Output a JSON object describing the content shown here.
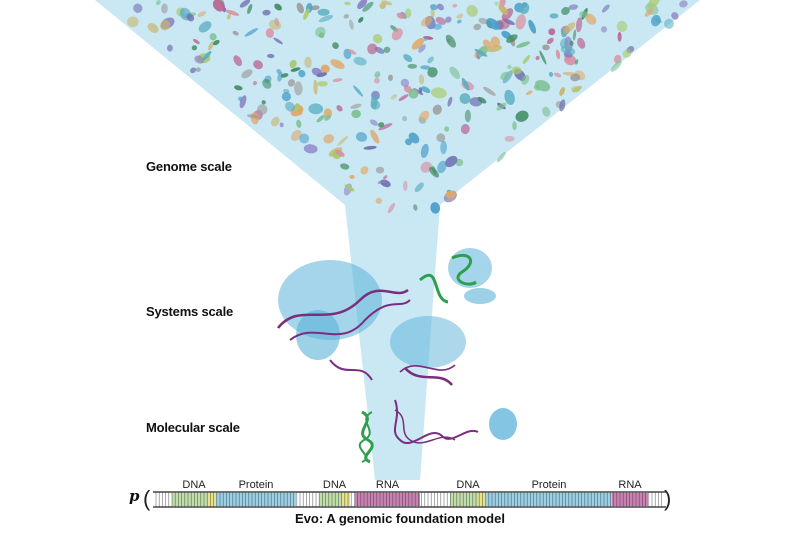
{
  "scales": {
    "genome": "Genome scale",
    "systems": "Systems scale",
    "molecular": "Molecular scale"
  },
  "sequence": {
    "prefix": "p",
    "segments": [
      {
        "label": "DNA",
        "kind": "dna"
      },
      {
        "label": "Protein",
        "kind": "protein"
      },
      {
        "label": "DNA",
        "kind": "dna"
      },
      {
        "label": "RNA",
        "kind": "rna"
      },
      {
        "label": "DNA",
        "kind": "dna"
      },
      {
        "label": "Protein",
        "kind": "protein"
      },
      {
        "label": "RNA",
        "kind": "rna"
      }
    ]
  },
  "caption": "Evo: A genomic foundation model",
  "colors": {
    "beam": "#bfe4f2",
    "dna_band": "#b9dba0",
    "dna_accent": "#e9e38a",
    "protein_band": "#8fcbe6",
    "rna_band": "#c26aa5",
    "protein_cluster": "#5bb2d9",
    "rna_strand": "#7a2e7e",
    "dna_strand": "#2f9e4e"
  }
}
